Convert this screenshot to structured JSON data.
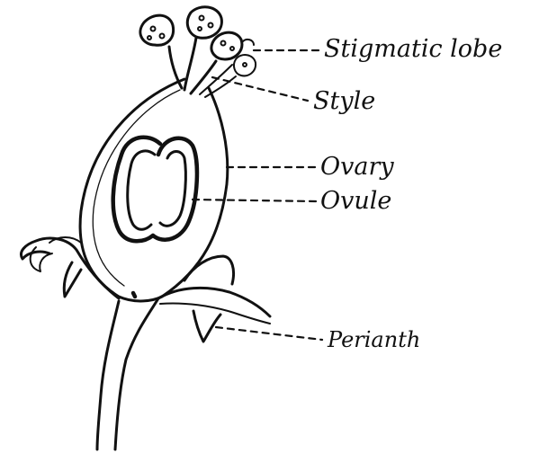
{
  "labels": {
    "stigmatic_lobe": "Stigmatic lobe",
    "style": "Style",
    "ovary": "Ovary",
    "ovule": "Ovule",
    "perianth": "Perianth"
  },
  "ink_color": "#111111",
  "background_color": "#ffffff"
}
